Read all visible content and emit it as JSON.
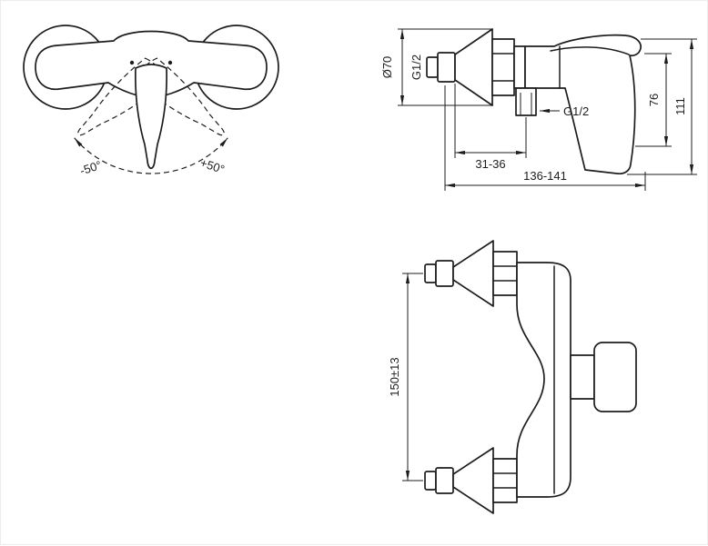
{
  "colors": {
    "line": "#1d1d1d",
    "background": "#ffffff"
  },
  "front_view": {
    "angle_left_label": "-50°",
    "angle_right_label": "+50°"
  },
  "side_view": {
    "escutcheon_diameter_label": "Ø70",
    "inlet_thread_label": "G1/2",
    "outlet_thread_label": "G1/2",
    "wall_clearance_label": "31-36",
    "overall_depth_label": "136-141",
    "outlet_drop_label": "76",
    "overall_height_label": "111"
  },
  "installation_view": {
    "pitch_label": "150±13"
  }
}
